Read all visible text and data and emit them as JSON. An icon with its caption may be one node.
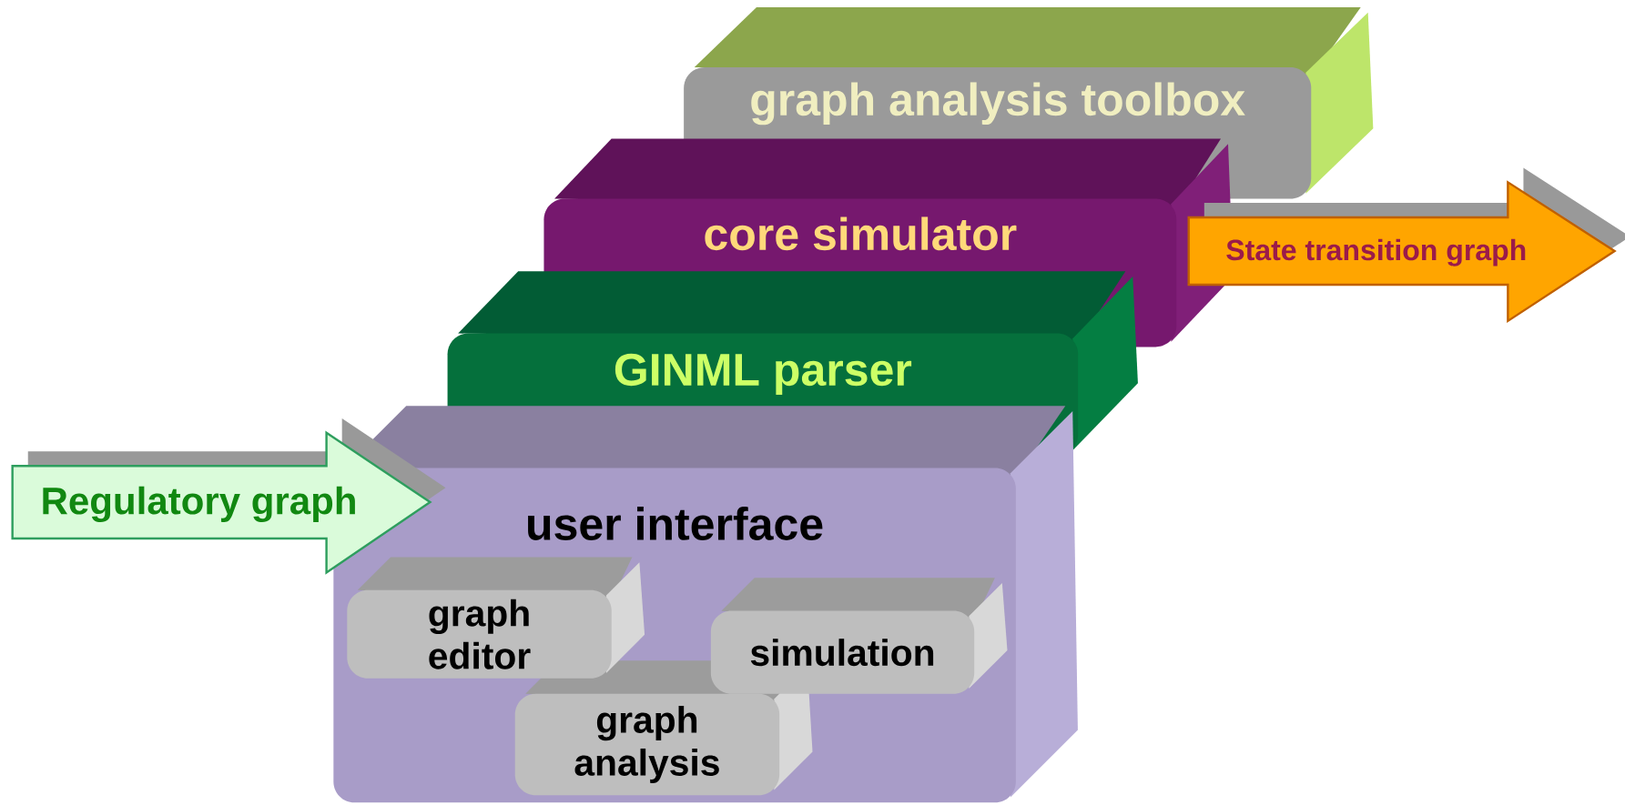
{
  "diagram": {
    "nodes": [
      {
        "text": [
          "graph analysis toolbox"
        ]
      },
      {
        "text": [
          "core simulator"
        ]
      },
      {
        "text": [
          "GINML parser"
        ]
      },
      {
        "text": [
          "user interface"
        ]
      },
      {
        "text": [
          "graph editor"
        ],
        "in": 3
      },
      {
        "text": [
          "simulation"
        ],
        "in": 3
      },
      {
        "text": [
          "graph analysis"
        ],
        "in": 3
      },
      {
        "text": [
          "Regulatory graph"
        ]
      },
      {
        "text": [
          "State transition graph"
        ]
      }
    ]
  }
}
